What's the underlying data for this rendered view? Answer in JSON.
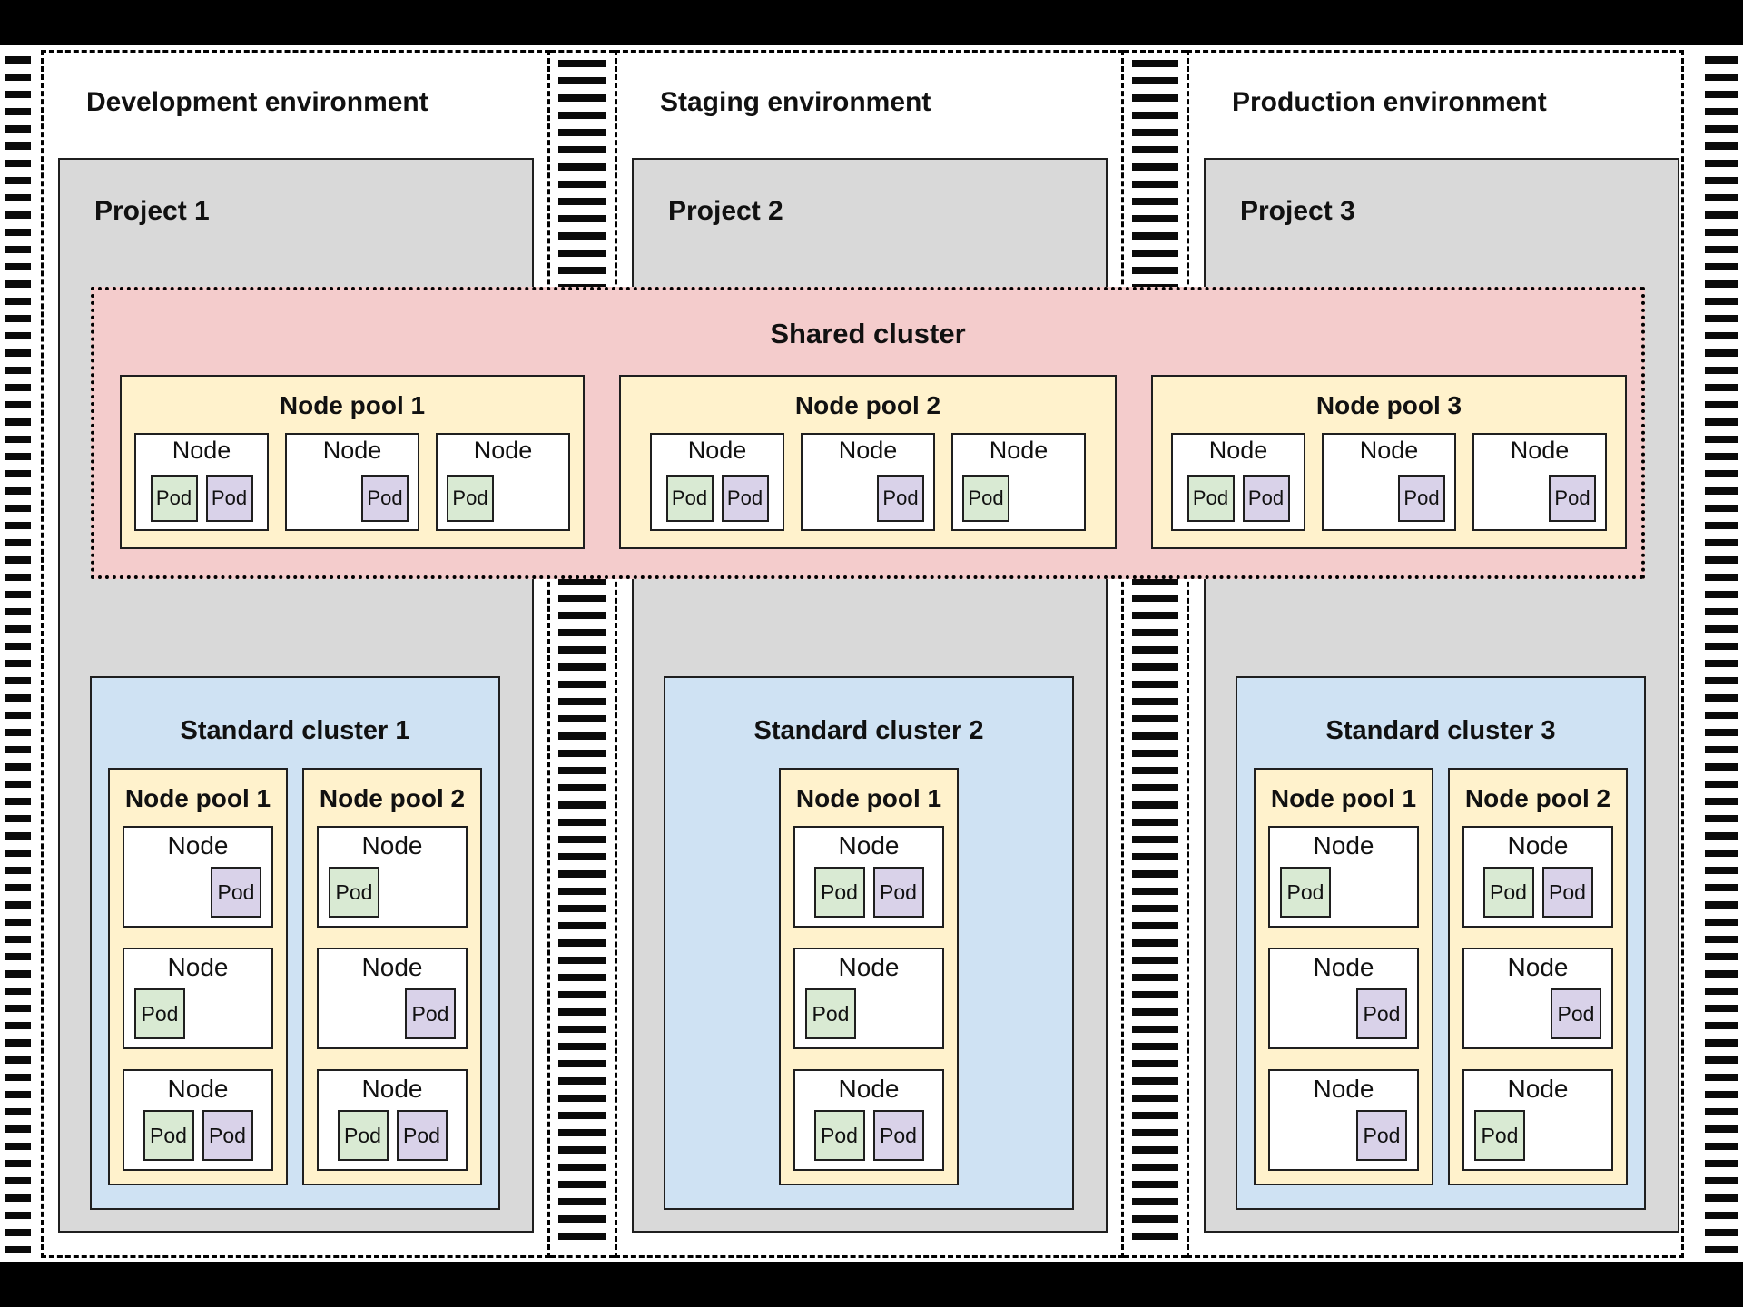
{
  "diagram": {
    "labels": {
      "node": "Node",
      "pod": "Pod"
    },
    "colors": {
      "background": "#000000",
      "project_gray": "#d9d9d9",
      "shared_pink": "#f4cccc",
      "pool_yellow": "#fff2cc",
      "cluster_blue": "#cfe2f3",
      "pod_green": "#d9ead3",
      "pod_purple": "#d9d2e9"
    },
    "shared_cluster": {
      "title": "Shared cluster",
      "node_pools": [
        {
          "title": "Node pool 1",
          "nodes": [
            {
              "pods": [
                "green",
                "purple"
              ],
              "align": "center"
            },
            {
              "pods": [
                "purple"
              ],
              "align": "right"
            },
            {
              "pods": [
                "green"
              ],
              "align": "left"
            }
          ]
        },
        {
          "title": "Node pool 2",
          "nodes": [
            {
              "pods": [
                "green",
                "purple"
              ],
              "align": "center"
            },
            {
              "pods": [
                "purple"
              ],
              "align": "right"
            },
            {
              "pods": [
                "green"
              ],
              "align": "left"
            }
          ]
        },
        {
          "title": "Node pool 3",
          "nodes": [
            {
              "pods": [
                "green",
                "purple"
              ],
              "align": "center"
            },
            {
              "pods": [
                "purple"
              ],
              "align": "right"
            },
            {
              "pods": [
                "purple"
              ],
              "align": "right"
            }
          ]
        }
      ]
    },
    "environments": [
      {
        "title": "Development environment",
        "project": {
          "title": "Project 1",
          "cluster": {
            "title": "Standard cluster 1",
            "node_pools": [
              {
                "title": "Node pool 1",
                "nodes": [
                  {
                    "pods": [
                      "purple"
                    ],
                    "align": "right"
                  },
                  {
                    "pods": [
                      "green"
                    ],
                    "align": "left"
                  },
                  {
                    "pods": [
                      "green",
                      "purple"
                    ],
                    "align": "center"
                  }
                ]
              },
              {
                "title": "Node pool 2",
                "nodes": [
                  {
                    "pods": [
                      "green"
                    ],
                    "align": "left"
                  },
                  {
                    "pods": [
                      "purple"
                    ],
                    "align": "right"
                  },
                  {
                    "pods": [
                      "green",
                      "purple"
                    ],
                    "align": "center"
                  }
                ]
              }
            ]
          }
        }
      },
      {
        "title": "Staging environment",
        "project": {
          "title": "Project 2",
          "cluster": {
            "title": "Standard cluster 2",
            "node_pools": [
              {
                "title": "Node pool 1",
                "nodes": [
                  {
                    "pods": [
                      "green",
                      "purple"
                    ],
                    "align": "center"
                  },
                  {
                    "pods": [
                      "green"
                    ],
                    "align": "left"
                  },
                  {
                    "pods": [
                      "green",
                      "purple"
                    ],
                    "align": "center"
                  }
                ]
              }
            ]
          }
        }
      },
      {
        "title": "Production environment",
        "project": {
          "title": "Project 3",
          "cluster": {
            "title": "Standard cluster 3",
            "node_pools": [
              {
                "title": "Node pool 1",
                "nodes": [
                  {
                    "pods": [
                      "green"
                    ],
                    "align": "left"
                  },
                  {
                    "pods": [
                      "purple"
                    ],
                    "align": "right"
                  },
                  {
                    "pods": [
                      "purple"
                    ],
                    "align": "right"
                  }
                ]
              },
              {
                "title": "Node pool 2",
                "nodes": [
                  {
                    "pods": [
                      "green",
                      "purple"
                    ],
                    "align": "center"
                  },
                  {
                    "pods": [
                      "purple"
                    ],
                    "align": "right"
                  },
                  {
                    "pods": [
                      "green"
                    ],
                    "align": "left"
                  }
                ]
              }
            ]
          }
        }
      }
    ]
  }
}
